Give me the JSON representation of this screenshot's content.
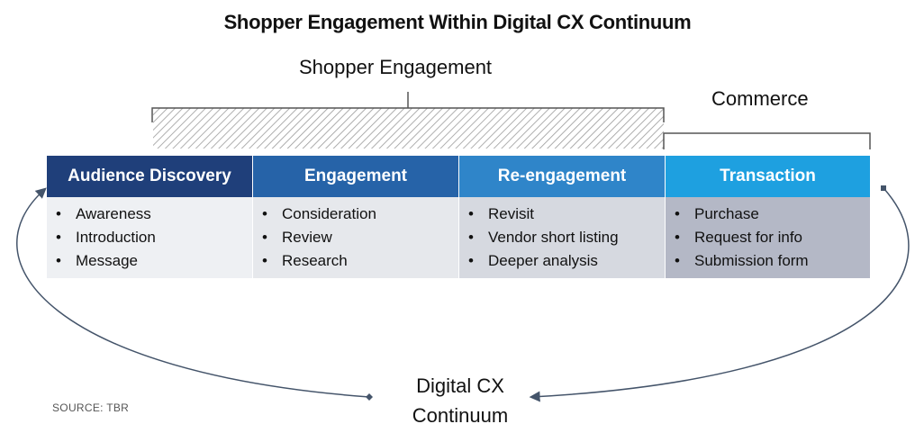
{
  "title": "Shopper Engagement Within Digital CX Continuum",
  "bracket_labels": {
    "shopper_engagement": "Shopper Engagement",
    "commerce": "Commerce"
  },
  "cycle_label_line1": "Digital CX",
  "cycle_label_line2": "Continuum",
  "source": "SOURCE: TBR",
  "stages": [
    {
      "title": "Audience Discovery",
      "header_color": "#1f3f7a",
      "body_color": "#eef0f3",
      "items": [
        "Awareness",
        "Introduction",
        "Message"
      ]
    },
    {
      "title": "Engagement",
      "header_color": "#2663a8",
      "body_color": "#e6e8ec",
      "items": [
        "Consideration",
        "Review",
        "Research"
      ]
    },
    {
      "title": "Re-engagement",
      "header_color": "#2f85c9",
      "body_color": "#d6d9e0",
      "items": [
        "Revisit",
        "Vendor short listing",
        "Deeper analysis"
      ]
    },
    {
      "title": "Transaction",
      "header_color": "#1ea0e0",
      "body_color": "#b4b8c6",
      "items": [
        "Purchase",
        "Request for info",
        "Submission form"
      ]
    }
  ]
}
